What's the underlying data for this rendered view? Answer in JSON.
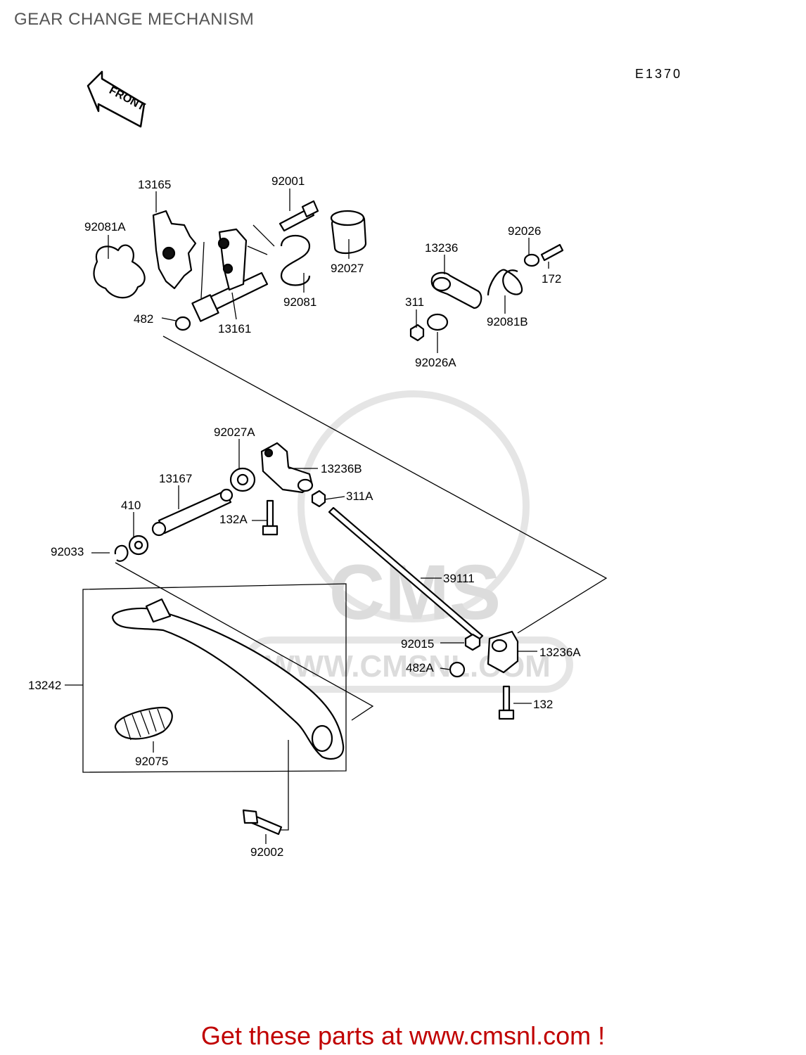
{
  "title": "GEAR CHANGE MECHANISM",
  "diagram_code": "E1370",
  "front_label": "FRONT",
  "watermark": {
    "logo_text": "CMS",
    "url_text": "WWW.CMSNL.COM"
  },
  "promo_text": "Get these parts at www.cmsnl.com !",
  "parts": [
    "13165",
    "92001",
    "92081A",
    "92027",
    "92081",
    "482",
    "13161",
    "92026",
    "13236",
    "172",
    "311",
    "92081B",
    "92026A",
    "92027A",
    "13236B",
    "13167",
    "410",
    "311A",
    "132A",
    "92033",
    "39111",
    "92015",
    "13236A",
    "482A",
    "13242",
    "132",
    "92075",
    "92002"
  ],
  "colors": {
    "promo": "#c00000",
    "title": "#555555",
    "watermark": "#cfcfcf"
  }
}
